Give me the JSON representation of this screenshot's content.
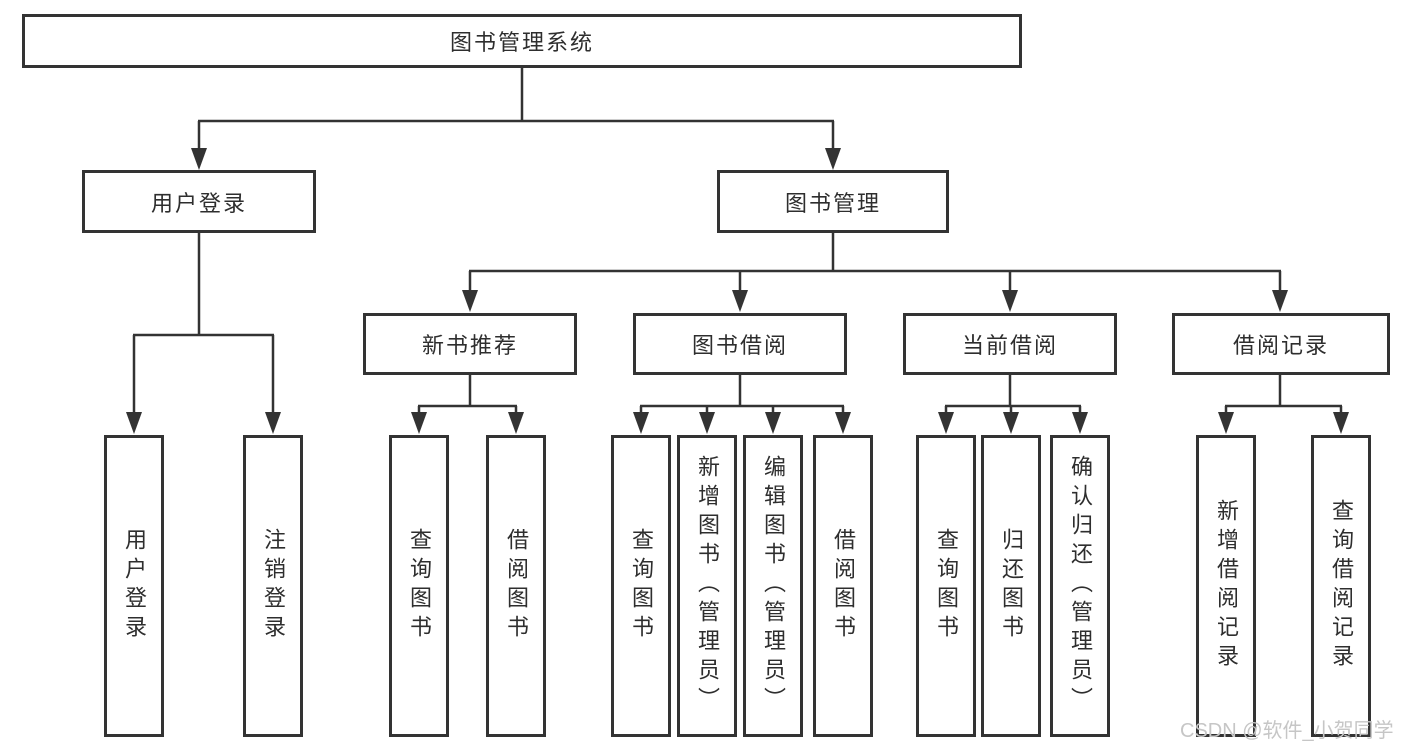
{
  "diagram": {
    "type": "hierarchy",
    "root": {
      "label": "图书管理系统"
    },
    "level2": [
      {
        "label": "用户登录",
        "parent": "图书管理系统"
      },
      {
        "label": "图书管理",
        "parent": "图书管理系统"
      }
    ],
    "level3": [
      {
        "label": "新书推荐",
        "parent": "图书管理"
      },
      {
        "label": "图书借阅",
        "parent": "图书管理"
      },
      {
        "label": "当前借阅",
        "parent": "图书管理"
      },
      {
        "label": "借阅记录",
        "parent": "图书管理"
      }
    ],
    "leaves": [
      {
        "label": "用户登录",
        "parent": "用户登录"
      },
      {
        "label": "注销登录",
        "parent": "用户登录"
      },
      {
        "label": "查询图书",
        "parent": "新书推荐"
      },
      {
        "label": "借阅图书",
        "parent": "新书推荐"
      },
      {
        "label": "查询图书",
        "parent": "图书借阅"
      },
      {
        "label": "新增图书（管理员）",
        "parent": "图书借阅"
      },
      {
        "label": "编辑图书（管理员）",
        "parent": "图书借阅"
      },
      {
        "label": "借阅图书",
        "parent": "图书借阅"
      },
      {
        "label": "查询图书",
        "parent": "当前借阅"
      },
      {
        "label": "归还图书",
        "parent": "当前借阅"
      },
      {
        "label": "确认归还（管理员）",
        "parent": "当前借阅"
      },
      {
        "label": "新增借阅记录",
        "parent": "借阅记录"
      },
      {
        "label": "查询借阅记录",
        "parent": "借阅记录"
      }
    ]
  },
  "watermark": "CSDN @软件_小贺同学",
  "colors": {
    "line": "#333333",
    "box_border": "#333333",
    "text": "#2e2e2e",
    "background": "#ffffff",
    "watermark": "#c6c6c6"
  }
}
